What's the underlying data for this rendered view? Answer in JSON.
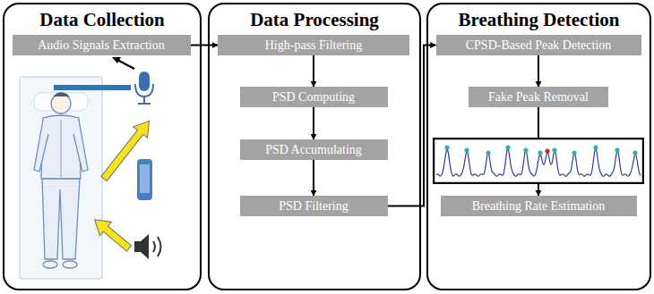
{
  "diagram": {
    "nodes": [
      {
        "text": [
          "Data Collection"
        ]
      },
      {
        "text": [
          "Audio Signals Extraction"
        ],
        "in": 0
      },
      {
        "text": [
          "Data Processing"
        ]
      },
      {
        "text": [
          "High-pass Filtering"
        ],
        "in": 2
      },
      {
        "text": [
          "PSD Computing"
        ],
        "in": 2
      },
      {
        "text": [
          "PSD Accumulating"
        ],
        "in": 2
      },
      {
        "text": [
          "PSD Filtering"
        ],
        "in": 2
      },
      {
        "text": [
          "Breathing Detection"
        ]
      },
      {
        "text": [
          "CPSD-Based Peak Detection"
        ],
        "in": 7
      },
      {
        "text": [
          "Fake Peak Removal"
        ],
        "in": 7
      },
      {
        "text": [
          "Breathing Rate Estimation"
        ],
        "in": 7
      }
    ],
    "edges": [
      {
        "from": 1,
        "to": 3,
        "arrow": "to"
      },
      {
        "from": 3,
        "to": 4,
        "arrow": "to"
      },
      {
        "from": 4,
        "to": 5,
        "arrow": "to"
      },
      {
        "from": 5,
        "to": 6,
        "arrow": "to"
      },
      {
        "from": 6,
        "to": 8,
        "arrow": "to"
      },
      {
        "from": 8,
        "to": 9,
        "arrow": "to"
      },
      {
        "from": 9,
        "to": 10,
        "arrow": "to"
      }
    ]
  }
}
